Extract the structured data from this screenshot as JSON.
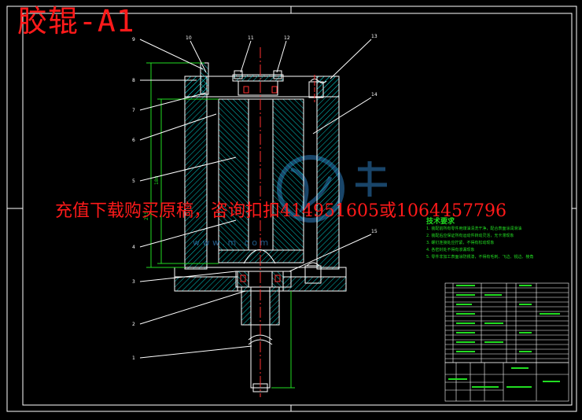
{
  "drawing": {
    "title": "胶辊-A1",
    "banner": "充值下载购买原稿，咨询扣扣414951605或1064457796",
    "tech_requirements_title": "技术要求",
    "tech_requirements": [
      "1. 装配前所有零件用煤油清洗干净，配合表面涂润滑油",
      "2. 装配后应保证所有运动件转动灵活，无卡滞现象",
      "3. 螺钉连接处应拧紧，不得有松动现象",
      "4. 各密封处不得有渗漏现象",
      "5. 零件非加工表面涂防锈漆，不得有毛刺、飞边、锐边、棱角"
    ],
    "watermark_text": "w w w . m . c o m",
    "part_callouts_left": [
      "9",
      "8",
      "7",
      "6",
      "5",
      "4",
      "3",
      "2",
      "1"
    ],
    "part_callouts_top": [
      "10",
      "11",
      "12",
      "13",
      "14",
      "15"
    ],
    "dim_values": [
      "180",
      "215"
    ],
    "colors": {
      "background": "#000000",
      "outline": "#ffffff",
      "section_hatch": "#00c8c8",
      "callout": "#ffffff",
      "dimension": "#22dd22",
      "centerline": "#ff3030",
      "title_red": "#ff1a1a",
      "watermark": "#2f7fbf"
    }
  }
}
